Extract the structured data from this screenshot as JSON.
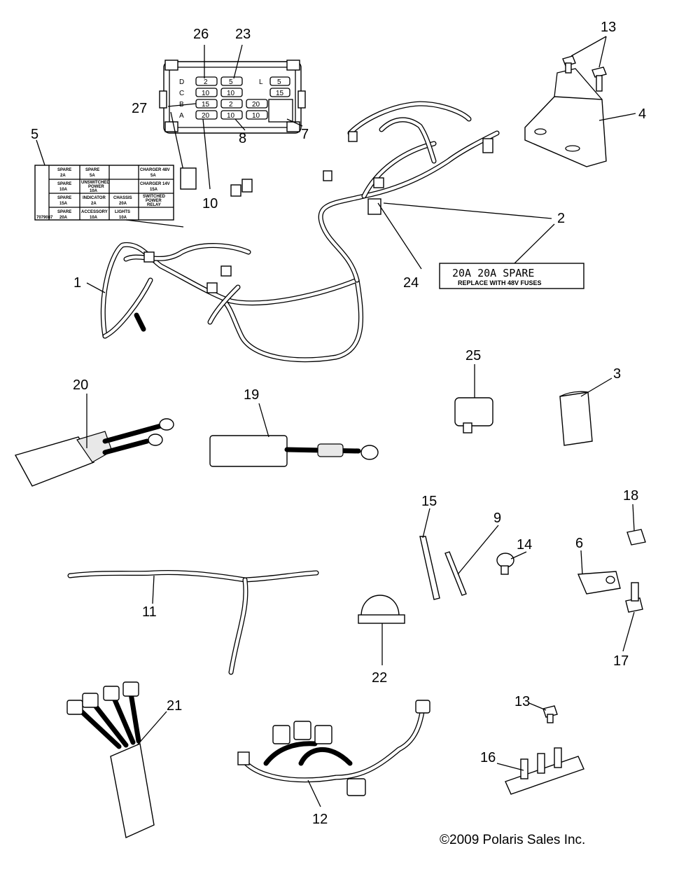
{
  "callouts": {
    "n1": "1",
    "n2": "2",
    "n3": "3",
    "n4": "4",
    "n5": "5",
    "n6": "6",
    "n7": "7",
    "n8": "8",
    "n9": "9",
    "n10": "10",
    "n11": "11",
    "n12": "12",
    "n13a": "13",
    "n13b": "13",
    "n14": "14",
    "n15": "15",
    "n16": "16",
    "n17": "17",
    "n18": "18",
    "n19": "19",
    "n20": "20",
    "n21": "21",
    "n22": "22",
    "n23": "23",
    "n24": "24",
    "n25": "25",
    "n26": "26",
    "n27": "27"
  },
  "fuse_box": {
    "rows": [
      "D",
      "C",
      "B",
      "A"
    ],
    "row_d": [
      "2",
      "5",
      "5"
    ],
    "row_c": [
      "10",
      "10",
      "15"
    ],
    "row_b": [
      "15",
      "2",
      "20"
    ],
    "row_a": [
      "20",
      "10",
      "10"
    ],
    "marker_l": "L"
  },
  "label_chart": {
    "r1c1": "SPARE",
    "r1c1b": "2A",
    "r1c2": "SPARE",
    "r1c2b": "5A",
    "r1c4": "CHARGER 48V",
    "r1c4b": "5A",
    "r2c1": "SPARE",
    "r2c1b": "10A",
    "r2c2": "UNSWITCHED",
    "r2c2b": "POWER",
    "r2c2c": "10A",
    "r2c4": "CHARGER 14V",
    "r2c4b": "15A",
    "r3c1": "SPARE",
    "r3c1b": "15A",
    "r3c2": "INDICATOR",
    "r3c2b": "2A",
    "r3c3": "CHASSIS",
    "r3c3b": "20A",
    "r3c4": "SWITCHED",
    "r3c4b": "POWER",
    "r3c4c": "RELAY",
    "r4c1": "SPARE",
    "r4c1b": "20A",
    "r4c2": "ACCESSORY",
    "r4c2b": "10A",
    "r4c3": "LIGHTS",
    "r4c3b": "10A",
    "part_no": "7079087"
  },
  "fuse_decal": {
    "line1": "20A   20A   SPARE",
    "line2": "REPLACE WITH 48V FUSES"
  },
  "copyright": "©2009 Polaris Sales Inc."
}
